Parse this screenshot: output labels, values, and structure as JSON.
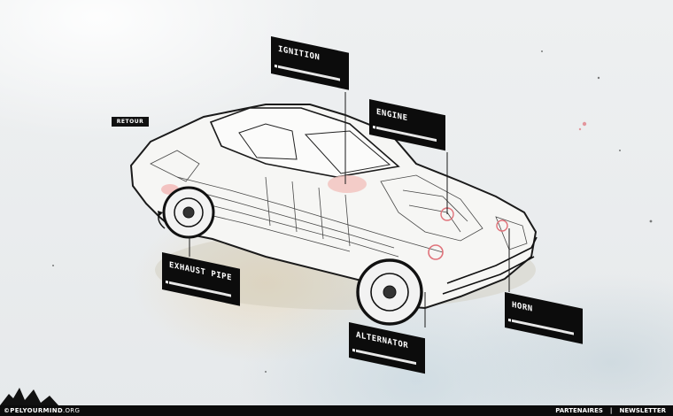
{
  "nav": {
    "back_label": "RETOUR"
  },
  "callouts": [
    {
      "id": "ignition",
      "label": "IGNITION"
    },
    {
      "id": "engine",
      "label": "ENGINE"
    },
    {
      "id": "exhaust",
      "label": "EXHAUST PIPE"
    },
    {
      "id": "alternator",
      "label": "ALTERNATOR"
    },
    {
      "id": "horn",
      "label": "HORN"
    }
  ],
  "footer": {
    "logo": "©PELYOURMIND",
    "logo_suffix": ".ORG",
    "links": [
      "PARTENAIRES",
      "|",
      "NEWSLETTER"
    ]
  },
  "colors": {
    "accent": "#e0727a",
    "ink": "#0c0c0c"
  }
}
